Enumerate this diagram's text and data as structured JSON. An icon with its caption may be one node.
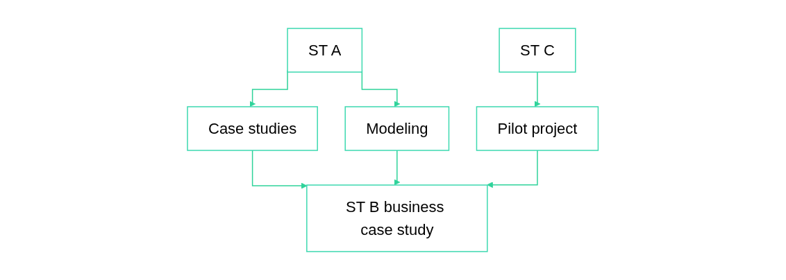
{
  "diagram": {
    "nodes": [
      {
        "text": [
          "ST A"
        ]
      },
      {
        "text": [
          "ST C"
        ]
      },
      {
        "text": [
          "Case studies"
        ]
      },
      {
        "text": [
          "Modeling"
        ]
      },
      {
        "text": [
          "Pilot project"
        ]
      },
      {
        "text": [
          "ST B business case study"
        ]
      }
    ],
    "edges": [
      {
        "from": 0,
        "to": 2,
        "arrow": "to"
      },
      {
        "from": 0,
        "to": 3,
        "arrow": "to"
      },
      {
        "from": 1,
        "to": 4,
        "arrow": "to"
      },
      {
        "from": 2,
        "to": 5,
        "arrow": "to"
      },
      {
        "from": 3,
        "to": 5,
        "arrow": "to"
      },
      {
        "from": 4,
        "to": 5,
        "arrow": "to"
      }
    ]
  }
}
